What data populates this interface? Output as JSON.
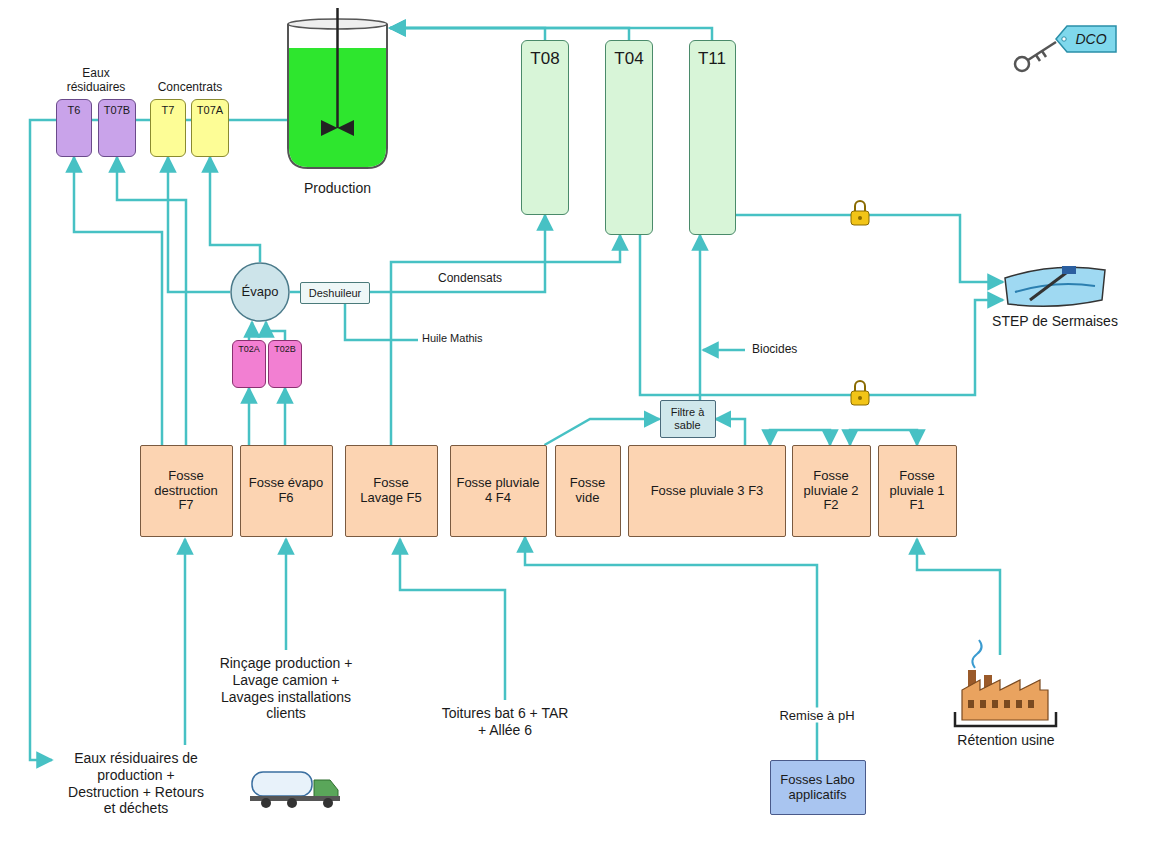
{
  "diagram": {
    "nodes": [
      {
        "text": [
          "Production"
        ]
      },
      {
        "text": [
          "T6"
        ]
      },
      {
        "text": [
          "T07B"
        ]
      },
      {
        "text": [
          "T7"
        ]
      },
      {
        "text": [
          "T07A"
        ]
      },
      {
        "text": [
          "T08"
        ]
      },
      {
        "text": [
          "T04"
        ]
      },
      {
        "text": [
          "T11"
        ]
      },
      {
        "text": [
          "Évapo"
        ]
      },
      {
        "text": [
          "Deshuileur"
        ]
      },
      {
        "text": [
          "T02A"
        ]
      },
      {
        "text": [
          "T02B"
        ]
      },
      {
        "text": [
          "Filtre à sable"
        ]
      },
      {
        "text": [
          "Fosse destruction F7"
        ]
      },
      {
        "text": [
          "Fosse évapo F6"
        ]
      },
      {
        "text": [
          "Fosse Lavage F5"
        ]
      },
      {
        "text": [
          "Fosse pluviale 4 F4"
        ]
      },
      {
        "text": [
          "Fosse vide"
        ]
      },
      {
        "text": [
          "Fosse pluviale 3 F3"
        ]
      },
      {
        "text": [
          "Fosse pluviale 2 F2"
        ]
      },
      {
        "text": [
          "Fosse pluviale 1 F1"
        ]
      },
      {
        "text": [
          "Fosses Labo applicatifs"
        ]
      },
      {
        "text": [
          "DCO"
        ]
      }
    ],
    "edges": [
      {
        "from": 13,
        "to": 1,
        "arrow": "to"
      },
      {
        "from": 13,
        "to": 2,
        "arrow": "to"
      },
      {
        "from": 14,
        "to": 10,
        "arrow": "to"
      },
      {
        "from": 14,
        "to": 11,
        "arrow": "to"
      },
      {
        "from": 10,
        "to": 8,
        "arrow": "to"
      },
      {
        "from": 11,
        "to": 8,
        "arrow": "to"
      },
      {
        "from": 8,
        "to": 3,
        "arrow": "to"
      },
      {
        "from": 8,
        "to": 4,
        "arrow": "to"
      },
      {
        "from": 8,
        "to": 9,
        "arrow": "none"
      },
      {
        "from": 9,
        "to": 5,
        "label": "Condensats",
        "arrow": "to"
      },
      {
        "from": 5,
        "to": 0,
        "arrow": "to"
      },
      {
        "from": 6,
        "to": 0,
        "arrow": "to"
      },
      {
        "from": 7,
        "to": 0,
        "arrow": "to"
      },
      {
        "from": 15,
        "to": 6,
        "arrow": "to"
      },
      {
        "from": 16,
        "to": 12,
        "arrow": "to"
      },
      {
        "from": 12,
        "to": 7,
        "arrow": "to"
      },
      {
        "from": 18,
        "to": 12,
        "arrow": "to"
      },
      {
        "from": 19,
        "to": 18,
        "arrow": "both"
      },
      {
        "from": 20,
        "to": 19,
        "arrow": "both"
      },
      {
        "from": 21,
        "to": 16,
        "label": "Remise à pH",
        "arrow": "to"
      }
    ],
    "labels": [
      "Eaux résiduaires",
      "Concentrats",
      "Huile Mathis",
      "Biocides",
      "STEP de Sermaises",
      "Eaux résiduaires de production + Destruction + Retours et déchets",
      "Rinçage production + Lavage camion + Lavages installations clients",
      "Toitures bat 6 + TAR + Allée 6",
      "Rétention usine"
    ]
  }
}
